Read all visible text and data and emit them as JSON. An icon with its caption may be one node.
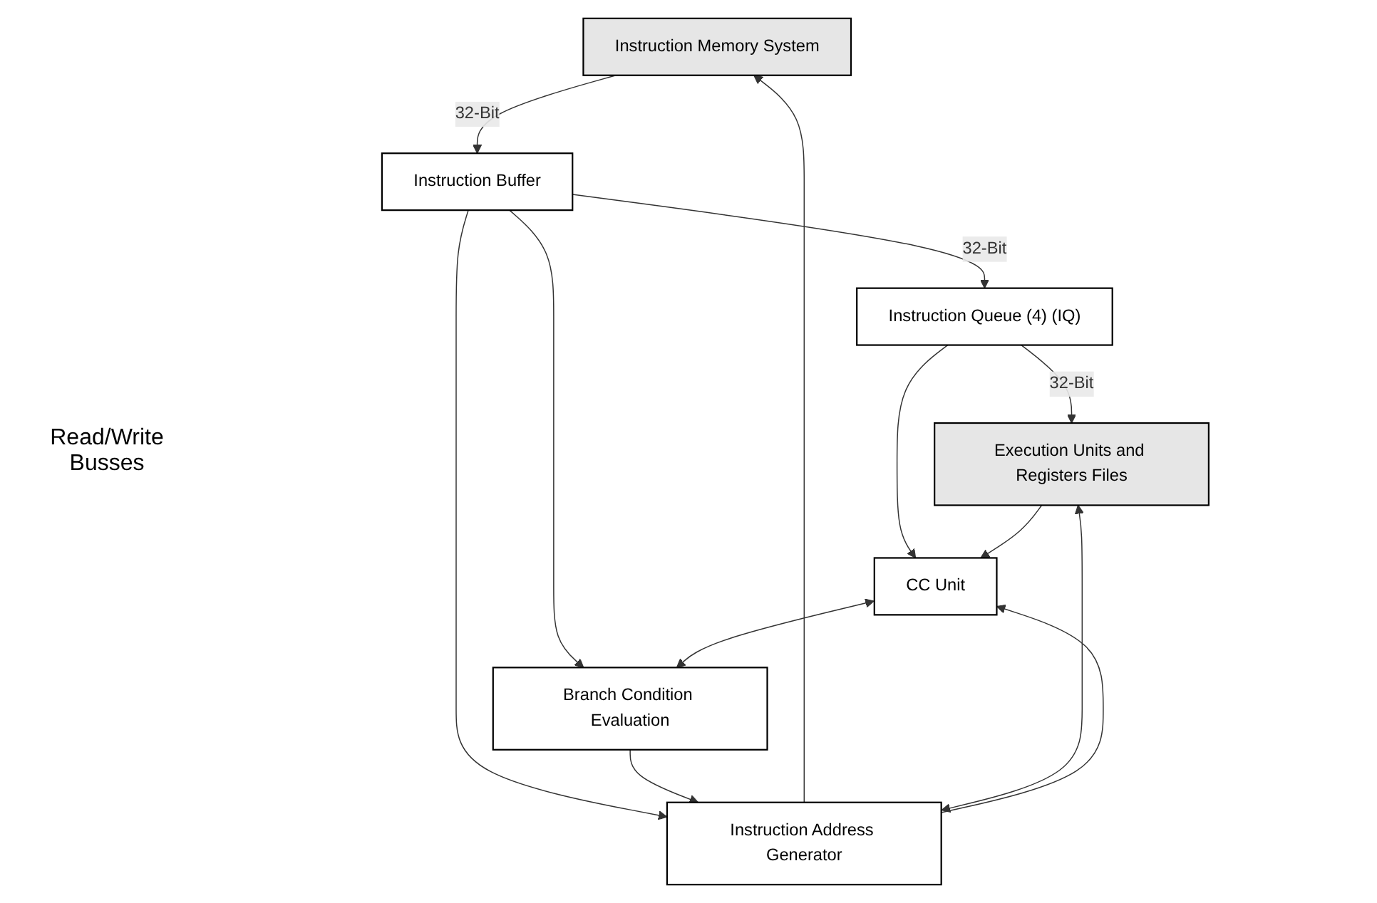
{
  "diagram": {
    "nodes": [
      {
        "text": [
          "Instruction Memory System"
        ]
      },
      {
        "text": [
          "Instruction Address Generator"
        ]
      },
      {
        "text": [
          "Instruction Buffer"
        ]
      },
      {
        "text": [
          "CC Unit"
        ]
      },
      {
        "text": [
          "Branch Condition Evaluation"
        ]
      },
      {
        "text": [
          "Instruction Queue (4) (IQ)"
        ]
      },
      {
        "text": [
          "Execution Units and Registers Files"
        ]
      }
    ],
    "edges": [
      {
        "from": 1,
        "to": 0,
        "arrow": "to"
      },
      {
        "from": 0,
        "to": 2,
        "arrow": "to",
        "label": "32-Bit"
      },
      {
        "from": 2,
        "to": 5,
        "arrow": "to",
        "label": "32-Bit"
      },
      {
        "from": 2,
        "to": 4,
        "arrow": "to"
      },
      {
        "from": 2,
        "to": 1,
        "arrow": "to"
      },
      {
        "from": 4,
        "to": 1,
        "arrow": "to"
      },
      {
        "from": 3,
        "to": 4,
        "arrow": "both"
      },
      {
        "from": 5,
        "to": 6,
        "arrow": "to",
        "label": "32-Bit"
      },
      {
        "from": 5,
        "to": 3,
        "arrow": "to"
      },
      {
        "from": 1,
        "to": 6,
        "arrow": "both"
      },
      {
        "from": 1,
        "to": 3,
        "arrow": "to"
      },
      {
        "from": 6,
        "to": 3,
        "arrow": "to"
      }
    ],
    "labels": [
      "Read/Write Busses"
    ]
  }
}
